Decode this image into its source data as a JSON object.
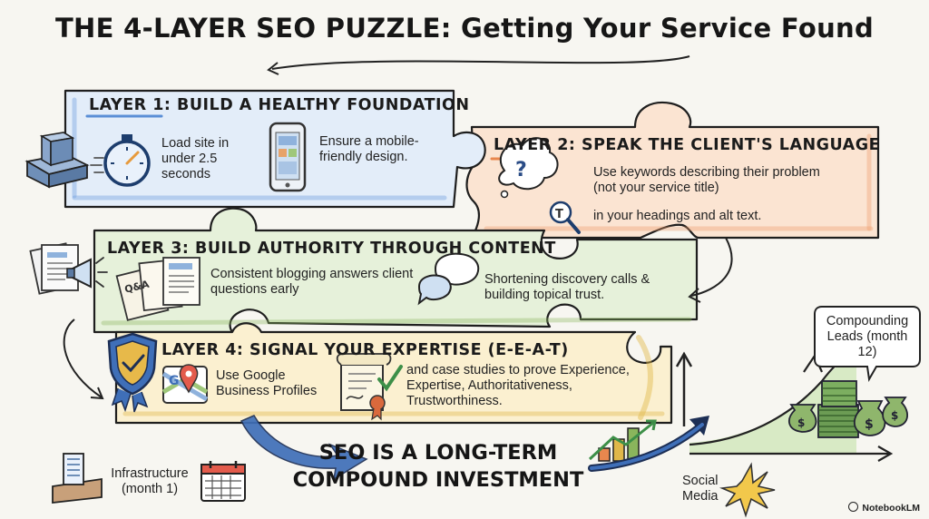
{
  "title": "THE 4-LAYER SEO PUZZLE: Getting Your Service Found",
  "layers": [
    {
      "heading": "LAYER 1: BUILD A HEALTHY FOUNDATION",
      "items": [
        {
          "icon": "stopwatch-icon",
          "text": "Load site in under 2.5 seconds"
        },
        {
          "icon": "smartphone-icon",
          "text": "Ensure a mobile-friendly design."
        }
      ]
    },
    {
      "heading": "LAYER 2: SPEAK THE CLIENT'S LANGUAGE",
      "items": [
        {
          "icon": "question-bubble-icon",
          "text": "Use keywords describing their problem (not your service title)"
        },
        {
          "icon": "magnifier-icon",
          "text": "in your headings and alt text."
        }
      ]
    },
    {
      "heading": "LAYER 3: BUILD AUTHORITY THROUGH CONTENT",
      "items": [
        {
          "icon": "qa-documents-icon",
          "text": "Consistent blogging answers client questions early"
        },
        {
          "icon": "chat-bubbles-icon",
          "text": "Shortening discovery calls & building topical trust."
        }
      ]
    },
    {
      "heading": "LAYER 4: SIGNAL YOUR EXPERTISE (E-E-A-T)",
      "items": [
        {
          "icon": "google-maps-icon",
          "text": "Use Google Business Profiles"
        },
        {
          "icon": "certificate-icon",
          "text": "and case studies to prove Experience, Expertise, Authoritativeness, Trustworthiness."
        }
      ]
    }
  ],
  "investment": "SEO IS A LONG-TERM COMPOUND INVESTMENT",
  "timeline": {
    "start": "Infrastructure (month 1)",
    "middle": "Social Media",
    "end": "Compounding Leads (month 12)"
  },
  "brand": "NotebookLM",
  "colors": {
    "layer1": "#5b8fd6",
    "layer2": "#e8874e",
    "layer3": "#8ab55c",
    "layer4": "#e0b74a",
    "growth": "#9ccb6b",
    "money": "#4d7a3a"
  }
}
